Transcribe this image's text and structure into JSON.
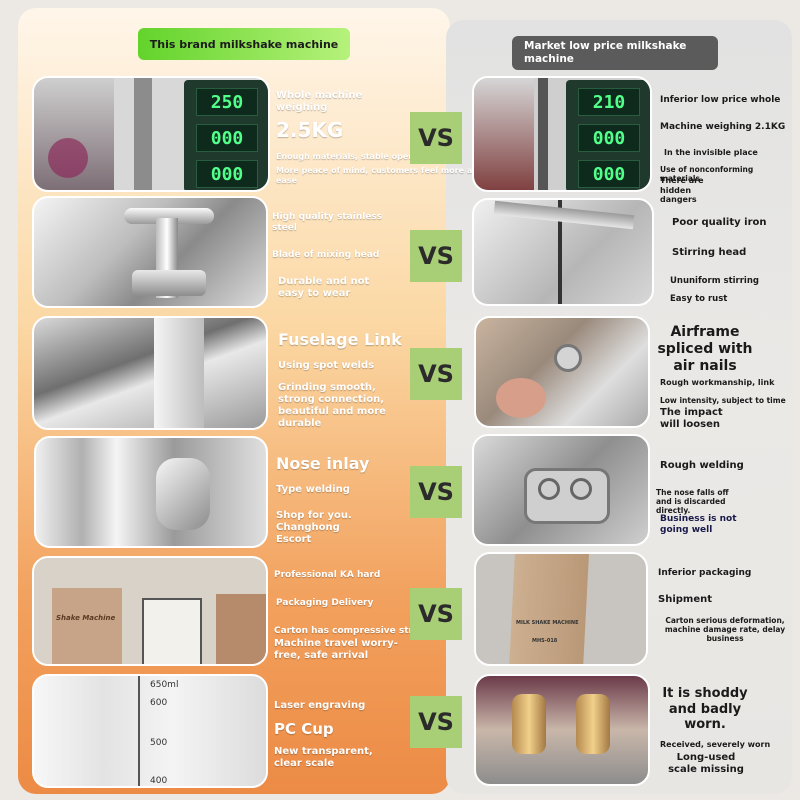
{
  "header": {
    "left_title": "This brand milkshake machine",
    "right_title": "Market low price milkshake machine"
  },
  "vs_label": "VS",
  "rows": [
    {
      "left": {
        "displays": [
          "250",
          "000",
          "000"
        ],
        "title": "Whole machine weighing",
        "big": "2.5KG",
        "lines": [
          "Enough materials, stable operation",
          "More peace of mind, customers feel more at ease"
        ]
      },
      "right": {
        "displays": [
          "210",
          "000",
          "000"
        ],
        "lines": [
          "Inferior low price whole",
          "Machine weighing 2.1KG",
          "In the invisible place",
          "Use of nonconforming materials",
          "There are hidden dangers"
        ]
      }
    },
    {
      "left": {
        "lines": [
          "High quality stainless steel",
          "Blade of mixing head",
          "Durable and not easy to wear"
        ]
      },
      "right": {
        "lines": [
          "Poor quality iron",
          "Stirring head",
          "Ununiform stirring",
          "Easy to rust"
        ]
      }
    },
    {
      "left": {
        "title": "Fuselage Link",
        "lines": [
          "Using spot welds",
          "Grinding smooth, strong connection, beautiful and more durable"
        ]
      },
      "right": {
        "title": "Airframe spliced with air nails",
        "lines": [
          "Rough workmanship, link",
          "Low intensity, subject to time",
          "The impact will loosen"
        ]
      }
    },
    {
      "left": {
        "title": "Nose inlay",
        "lines": [
          "Type welding",
          "Shop for you. Changhong Escort"
        ]
      },
      "right": {
        "lines": [
          "Rough welding",
          "The nose falls off and is discarded directly.",
          "Business is not going well"
        ]
      }
    },
    {
      "left": {
        "box_label": "Shake Machine",
        "lines": [
          "Professional KA hard",
          "Packaging Delivery",
          "Carton has compressive strength,",
          "Machine travel worry-free, safe arrival"
        ]
      },
      "right": {
        "box_label": "MILK SHAKE MACHINE",
        "box_model": "MHS-018",
        "lines": [
          "Inferior packaging",
          "Shipment",
          "Carton serious deformation, machine damage rate, delay business"
        ]
      }
    },
    {
      "left": {
        "scale": [
          "650ml",
          "600",
          "500",
          "400"
        ],
        "lines": [
          "Laser engraving",
          "PC Cup",
          "New transparent, clear scale"
        ]
      },
      "right": {
        "title": "It is shoddy and badly worn.",
        "lines": [
          "Received, severely worn",
          "Long-used scale missing"
        ]
      }
    }
  ]
}
